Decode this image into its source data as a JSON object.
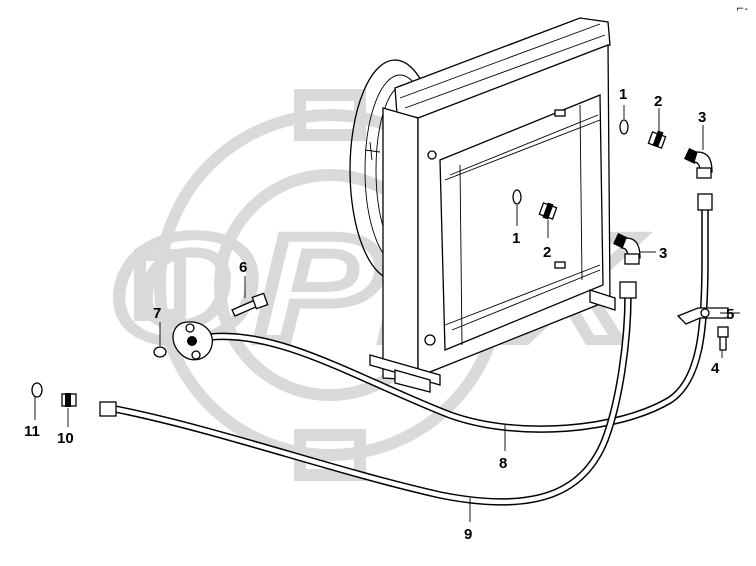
{
  "watermark": {
    "text": "OPEX"
  },
  "callouts": {
    "c1a": "1",
    "c1b": "1",
    "c2a": "2",
    "c2b": "2",
    "c3a": "3",
    "c3b": "3",
    "c4": "4",
    "c5": "5",
    "c6": "6",
    "c7": "7",
    "c8": "8",
    "c9": "9",
    "c10": "10",
    "c11": "11"
  },
  "corner_mark": "⌐-"
}
